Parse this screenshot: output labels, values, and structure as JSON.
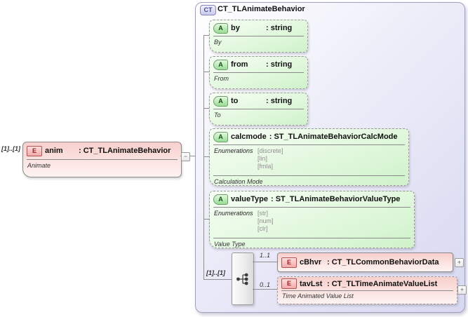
{
  "diagram": {
    "source": {
      "cardinality": "[1]..[1]",
      "badge": "E",
      "name": "anim",
      "type": ": CT_TLAnimateBehavior",
      "annotation": "Animate"
    },
    "collapse_glyph": "−",
    "container": {
      "badge": "CT",
      "title": "CT_TLAnimateBehavior",
      "attributes": [
        {
          "badge": "A",
          "name": "by",
          "type": ": string",
          "annotation": "By"
        },
        {
          "badge": "A",
          "name": "from",
          "type": ": string",
          "annotation": "From"
        },
        {
          "badge": "A",
          "name": "to",
          "type": ": string",
          "annotation": "To"
        },
        {
          "badge": "A",
          "name": "calcmode",
          "type": ": ST_TLAnimateBehaviorCalcMode",
          "enumerations_label": "Enumerations",
          "enumerations": [
            "[discrete]",
            "[lin]",
            "[fmla]"
          ],
          "annotation": "Calculation Mode"
        },
        {
          "badge": "A",
          "name": "valueType",
          "type": ": ST_TLAnimateBehaviorValueType",
          "enumerations_label": "Enumerations",
          "enumerations": [
            "[str]",
            "[num]",
            "[clr]"
          ],
          "annotation": "Value Type"
        }
      ],
      "sequence": {
        "cardinality": "[1]..[1]",
        "children": [
          {
            "cardinality": "1..1",
            "badge": "E",
            "name": "cBhvr",
            "type": ": CT_TLCommonBehaviorData",
            "expand_glyph": "+"
          },
          {
            "cardinality": "0..1",
            "badge": "E",
            "name": "tavLst",
            "type": ": CT_TLTimeAnimateValueList",
            "annotation": "Time Animated Value List",
            "expand_glyph": "+"
          }
        ]
      }
    },
    "colors": {
      "container_fill": "#dcdcf2",
      "attribute_fill": "#d9f6d6",
      "element_fill": "#f7d2d0",
      "element_badge_text": "#9c2020",
      "ct_badge_text": "#4646aa",
      "connector": "#8f8f8f"
    }
  }
}
